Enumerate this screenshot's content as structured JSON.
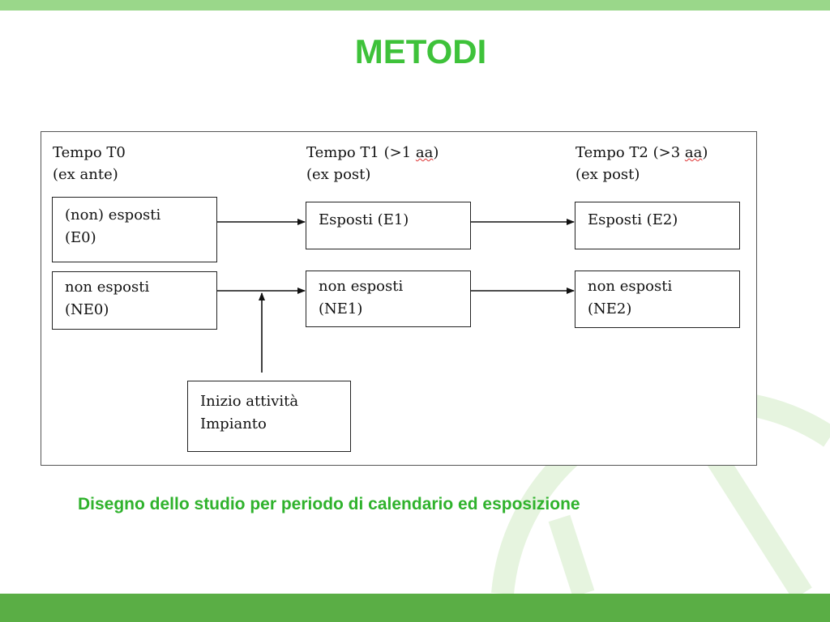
{
  "slide": {
    "title": "METODI",
    "caption": "Disegno dello studio per periodo di calendario ed esposizione"
  },
  "diagram": {
    "columns": [
      {
        "line1": "Tempo T0",
        "line2": "(ex ante)"
      },
      {
        "line1_prefix": "Tempo T1 (>1 ",
        "line1_word": "aa",
        "line1_suffix": ")",
        "line2": "(ex post)"
      },
      {
        "line1_prefix": "Tempo T2 (>3 ",
        "line1_word": "aa",
        "line1_suffix": ")",
        "line2": "(ex post)"
      }
    ],
    "boxes": {
      "e0": {
        "line1": "(non) esposti",
        "line2": "(E0)"
      },
      "e1": {
        "line1": "Esposti (E1)"
      },
      "e2": {
        "line1": "Esposti (E2)"
      },
      "ne0": {
        "line1": "non esposti",
        "line2": "(NE0)"
      },
      "ne1": {
        "line1": "non esposti",
        "line2": "(NE1)"
      },
      "ne2": {
        "line1": "non esposti",
        "line2": "(NE2)"
      },
      "start": {
        "line1": "Inizio attività",
        "line2": "Impianto"
      }
    }
  },
  "colors": {
    "title": "#3ec23a",
    "caption": "#2fb22c",
    "top_bar": "#9ad78a",
    "bottom_bar": "#5aae45",
    "watermark": "#e3f3dc"
  }
}
